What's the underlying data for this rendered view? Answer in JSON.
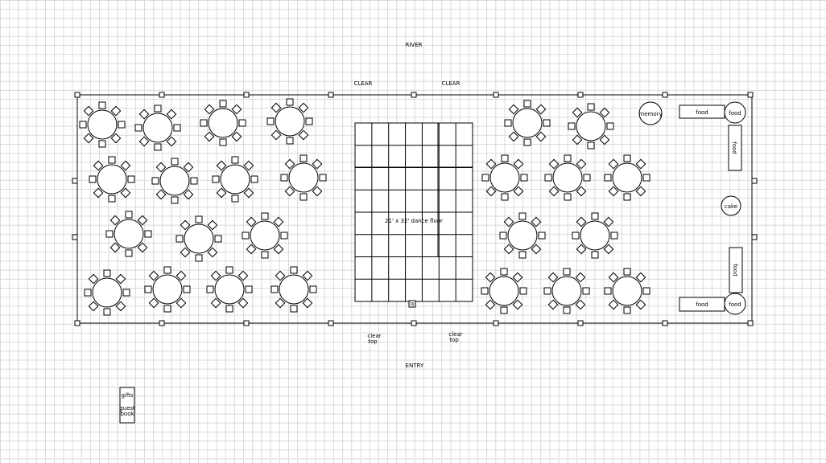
{
  "labels": {
    "river": "RIVER",
    "clear_left": "CLEAR",
    "clear_right": "CLEAR",
    "clear_top_left_1": "clear",
    "clear_top_left_2": "top",
    "clear_top_right_1": "clear",
    "clear_top_right_2": "top",
    "entry": "ENTRY",
    "dance_floor": "21' x 32' dance floor",
    "memory": "memory",
    "food_top": "food",
    "food_top_round": "food",
    "food_right_top": "food",
    "cake": "cake",
    "food_right_bottom": "food",
    "food_bottom": "food",
    "food_bottom_round": "food",
    "gifts": "gifts",
    "guest_book_1": "guest",
    "guest_book_2": "book",
    "dj": "DJ"
  },
  "colors": {
    "grid": "#d9d9d9",
    "line": "#000000",
    "fill": "#ffffff"
  },
  "table_count": 29
}
